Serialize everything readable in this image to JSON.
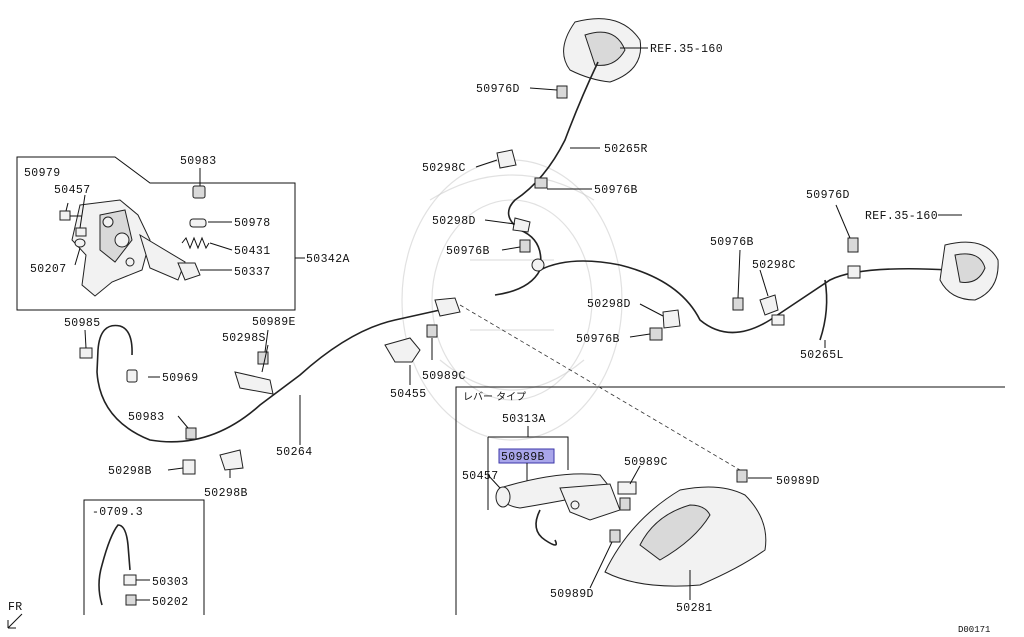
{
  "refs": {
    "top": "REF.35-160",
    "right": "REF.35-160"
  },
  "labels": {
    "p50979": "50979",
    "p50457_left": "50457",
    "p50983_top": "50983",
    "p50978": "50978",
    "p50431": "50431",
    "p50337": "50337",
    "p50342A": "50342A",
    "p50207": "50207",
    "p50985": "50985",
    "p50989E": "50989E",
    "p50298S": "50298S",
    "p50969": "50969",
    "p50983_mid": "50983",
    "p50298B_a": "50298B",
    "p50298B_b": "50298B",
    "p50264": "50264",
    "p50976D_top": "50976D",
    "p50265R": "50265R",
    "p50298C_top": "50298C",
    "p50976B_top": "50976B",
    "p50298D_top": "50298D",
    "p50976B_mid": "50976B",
    "p50989C_mid": "50989C",
    "p50455": "50455",
    "p50976D_right": "50976D",
    "p50976B_right": "50976B",
    "p50298C_right": "50298C",
    "p50298D_right": "50298D",
    "p50976B_low": "50976B",
    "p50265L": "50265L",
    "p50313A": "50313A",
    "p50989B": "50989B",
    "p50457_box": "50457",
    "p50989C_box": "50989C",
    "p50989D_right": "50989D",
    "p50989D_low": "50989D",
    "p50281": "50281",
    "p50303": "50303",
    "p50202": "50202"
  },
  "box_lever": {
    "title": "レバー タイプ"
  },
  "box_legacy": {
    "title": "-0709.3"
  },
  "direction": "FR",
  "diagram_code": "D00171",
  "colors": {
    "highlight": "#a9a6ea",
    "line": "#111111"
  }
}
